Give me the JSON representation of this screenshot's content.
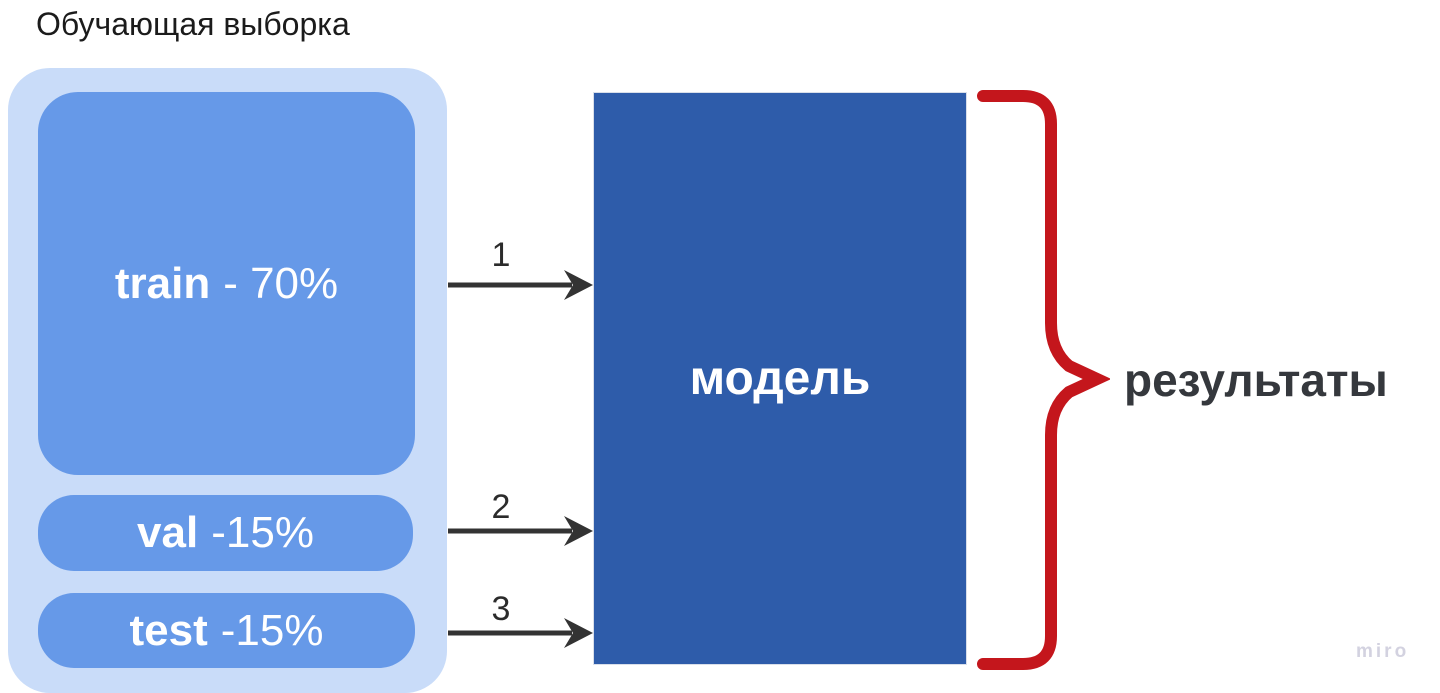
{
  "title": "Обучающая выборка",
  "sample_boxes": {
    "train": {
      "name": "train",
      "share": "- 70%"
    },
    "val": {
      "name": "val",
      "share": "-15%"
    },
    "test": {
      "name": "test",
      "share": "-15%"
    }
  },
  "arrows": [
    {
      "label": "1"
    },
    {
      "label": "2"
    },
    {
      "label": "3"
    }
  ],
  "model_label": "модель",
  "results_label": "результаты",
  "watermark": "miro",
  "colors": {
    "container_bg": "#c9dcf9",
    "sample_box_bg": "#6699e8",
    "model_bg": "#2e5caa",
    "brace_red": "#c4161c",
    "arrow_dark": "#333333",
    "title_text": "#1b1b1b",
    "results_text": "#35383d",
    "watermark_text": "#d3d2e0"
  }
}
